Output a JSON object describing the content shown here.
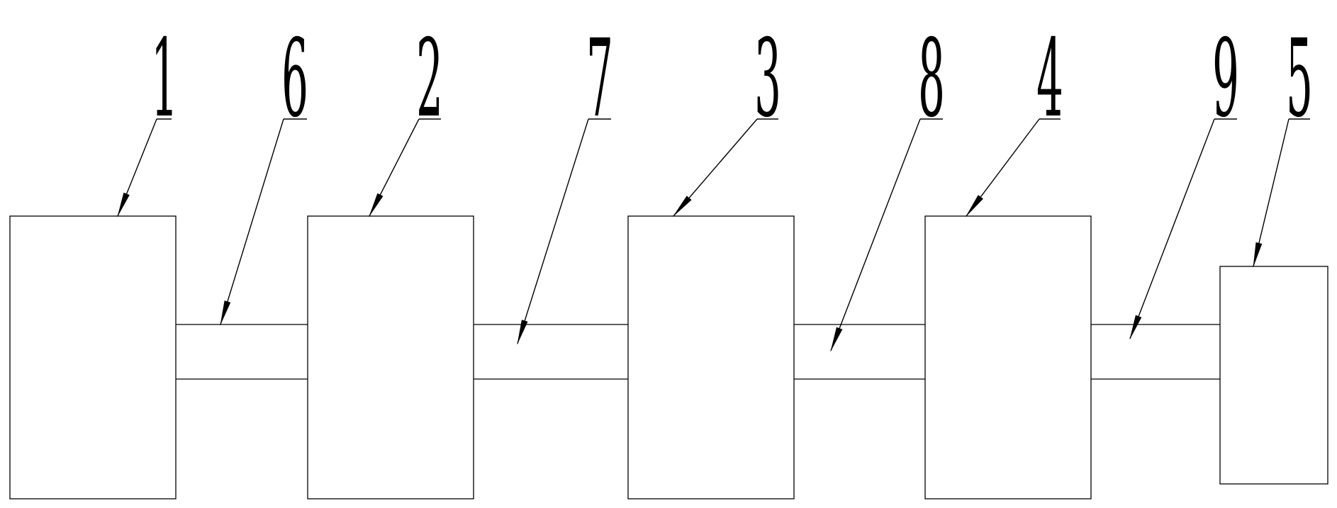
{
  "labels": {
    "block_1": "1",
    "block_2": "2",
    "block_3": "3",
    "block_4": "4",
    "block_5": "5",
    "connector_6": "6",
    "connector_7": "7",
    "connector_8": "8",
    "connector_9": "9"
  },
  "colors": {
    "ink": "#000000",
    "background": "#ffffff"
  }
}
